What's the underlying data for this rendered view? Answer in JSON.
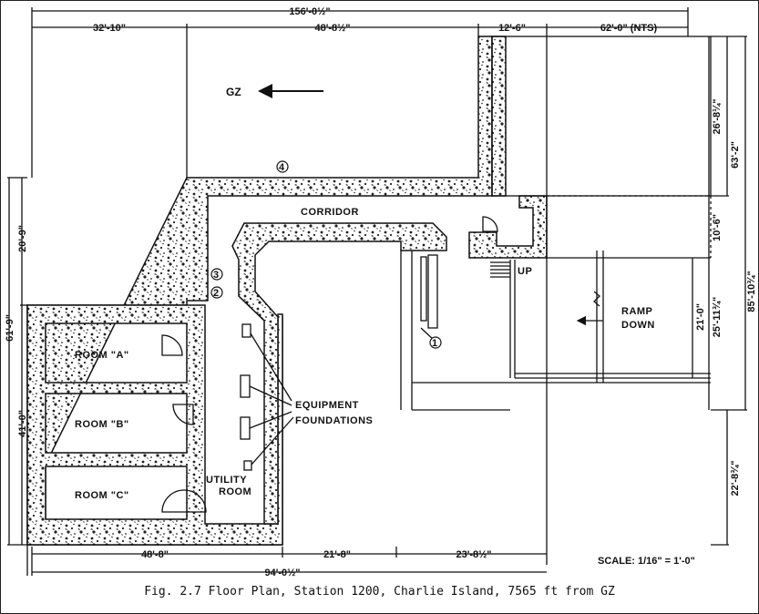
{
  "diagram": {
    "gz_label": "GZ",
    "corridor_label": "CORRIDOR",
    "rooms": [
      {
        "label": "ROOM \"A\""
      },
      {
        "label": "ROOM \"B\""
      },
      {
        "label": "ROOM \"C\""
      }
    ],
    "utility_room": [
      "UTILITY",
      "ROOM"
    ],
    "equipment_foundations": [
      "EQUIPMENT",
      "FOUNDATIONS"
    ],
    "ramp": [
      "RAMP",
      "DOWN"
    ],
    "up_label": "UP",
    "markers": [
      "1",
      "2",
      "3",
      "4"
    ],
    "dims_top": {
      "overall": "156'-0½\"",
      "seg1": "32'-10\"",
      "seg2": "48'-8½\"",
      "seg3": "12'-6\"",
      "seg4": "62'-0\" (NTS)"
    },
    "dims_left": {
      "overall": "61'-9\"",
      "upper": "20'-9\"",
      "lower": "41'-0\""
    },
    "dims_right": {
      "d1": "26'-8¼\"",
      "d2": "63'-2\"",
      "d3": "85'-10¾\"",
      "d4": "10'-6\"",
      "d5": "21'-0\"",
      "d6": "25'-11¾\"",
      "d7": "22'-8¾\""
    },
    "dims_bottom": {
      "seg1": "48'-8\"",
      "seg2": "21'-8\"",
      "seg3": "23'-8½\"",
      "overall": "94'-0½\""
    },
    "scale": "SCALE: 1/16\" = 1'-0\"",
    "caption": "Fig. 2.7  Floor Plan, Station 1200, Charlie Island, 7565 ft from GZ"
  }
}
